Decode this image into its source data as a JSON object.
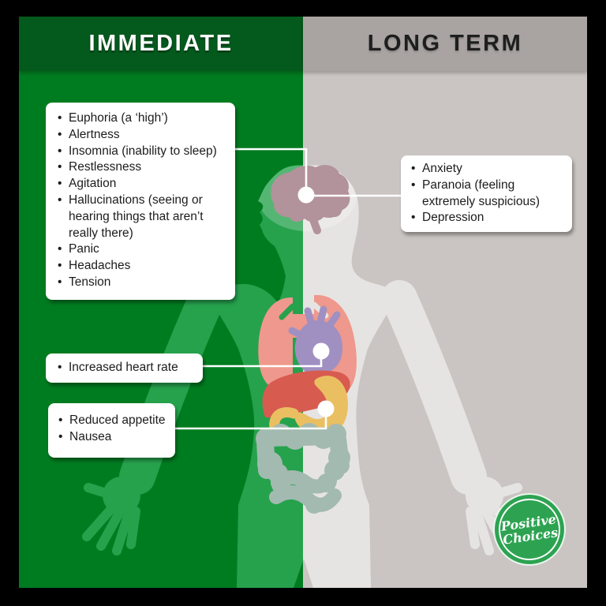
{
  "header": {
    "immediate": "IMMEDIATE",
    "long_term": "LONG TERM"
  },
  "boxes": {
    "immediate_brain": {
      "items": [
        "Euphoria (a ‘high’)",
        "Alertness",
        "Insomnia (inability to sleep)",
        "Restlessness",
        "Agitation",
        "Hallucinations (seeing or hearing things that aren’t really there)",
        "Panic",
        "Headaches",
        "Tension"
      ]
    },
    "immediate_heart": {
      "items": [
        "Increased heart rate"
      ]
    },
    "immediate_stomach": {
      "items": [
        "Reduced appetite",
        "Nausea"
      ]
    },
    "long_term_brain": {
      "items": [
        "Anxiety",
        "Paranoia (feeling extremely suspicious)",
        "Depression"
      ]
    }
  },
  "logo": {
    "line1": "Positive",
    "line2": "Choices"
  },
  "colors": {
    "header_green": "#045a1d",
    "bg_green": "#007c20",
    "body_green": "#26a24d",
    "header_gray": "#a9a4a2",
    "bg_gray": "#cac5c2",
    "body_gray": "#e6e4e2",
    "brain": "#b2929b",
    "lungs": "#ef988d",
    "heart": "#a090c2",
    "liver": "#d85b50",
    "stomach": "#eabf62",
    "intestines": "#a3bab0",
    "logo_green": "#2da351",
    "connector": "#ffffff",
    "box_bg": "#ffffff",
    "text_dark": "#1c1c1c"
  }
}
